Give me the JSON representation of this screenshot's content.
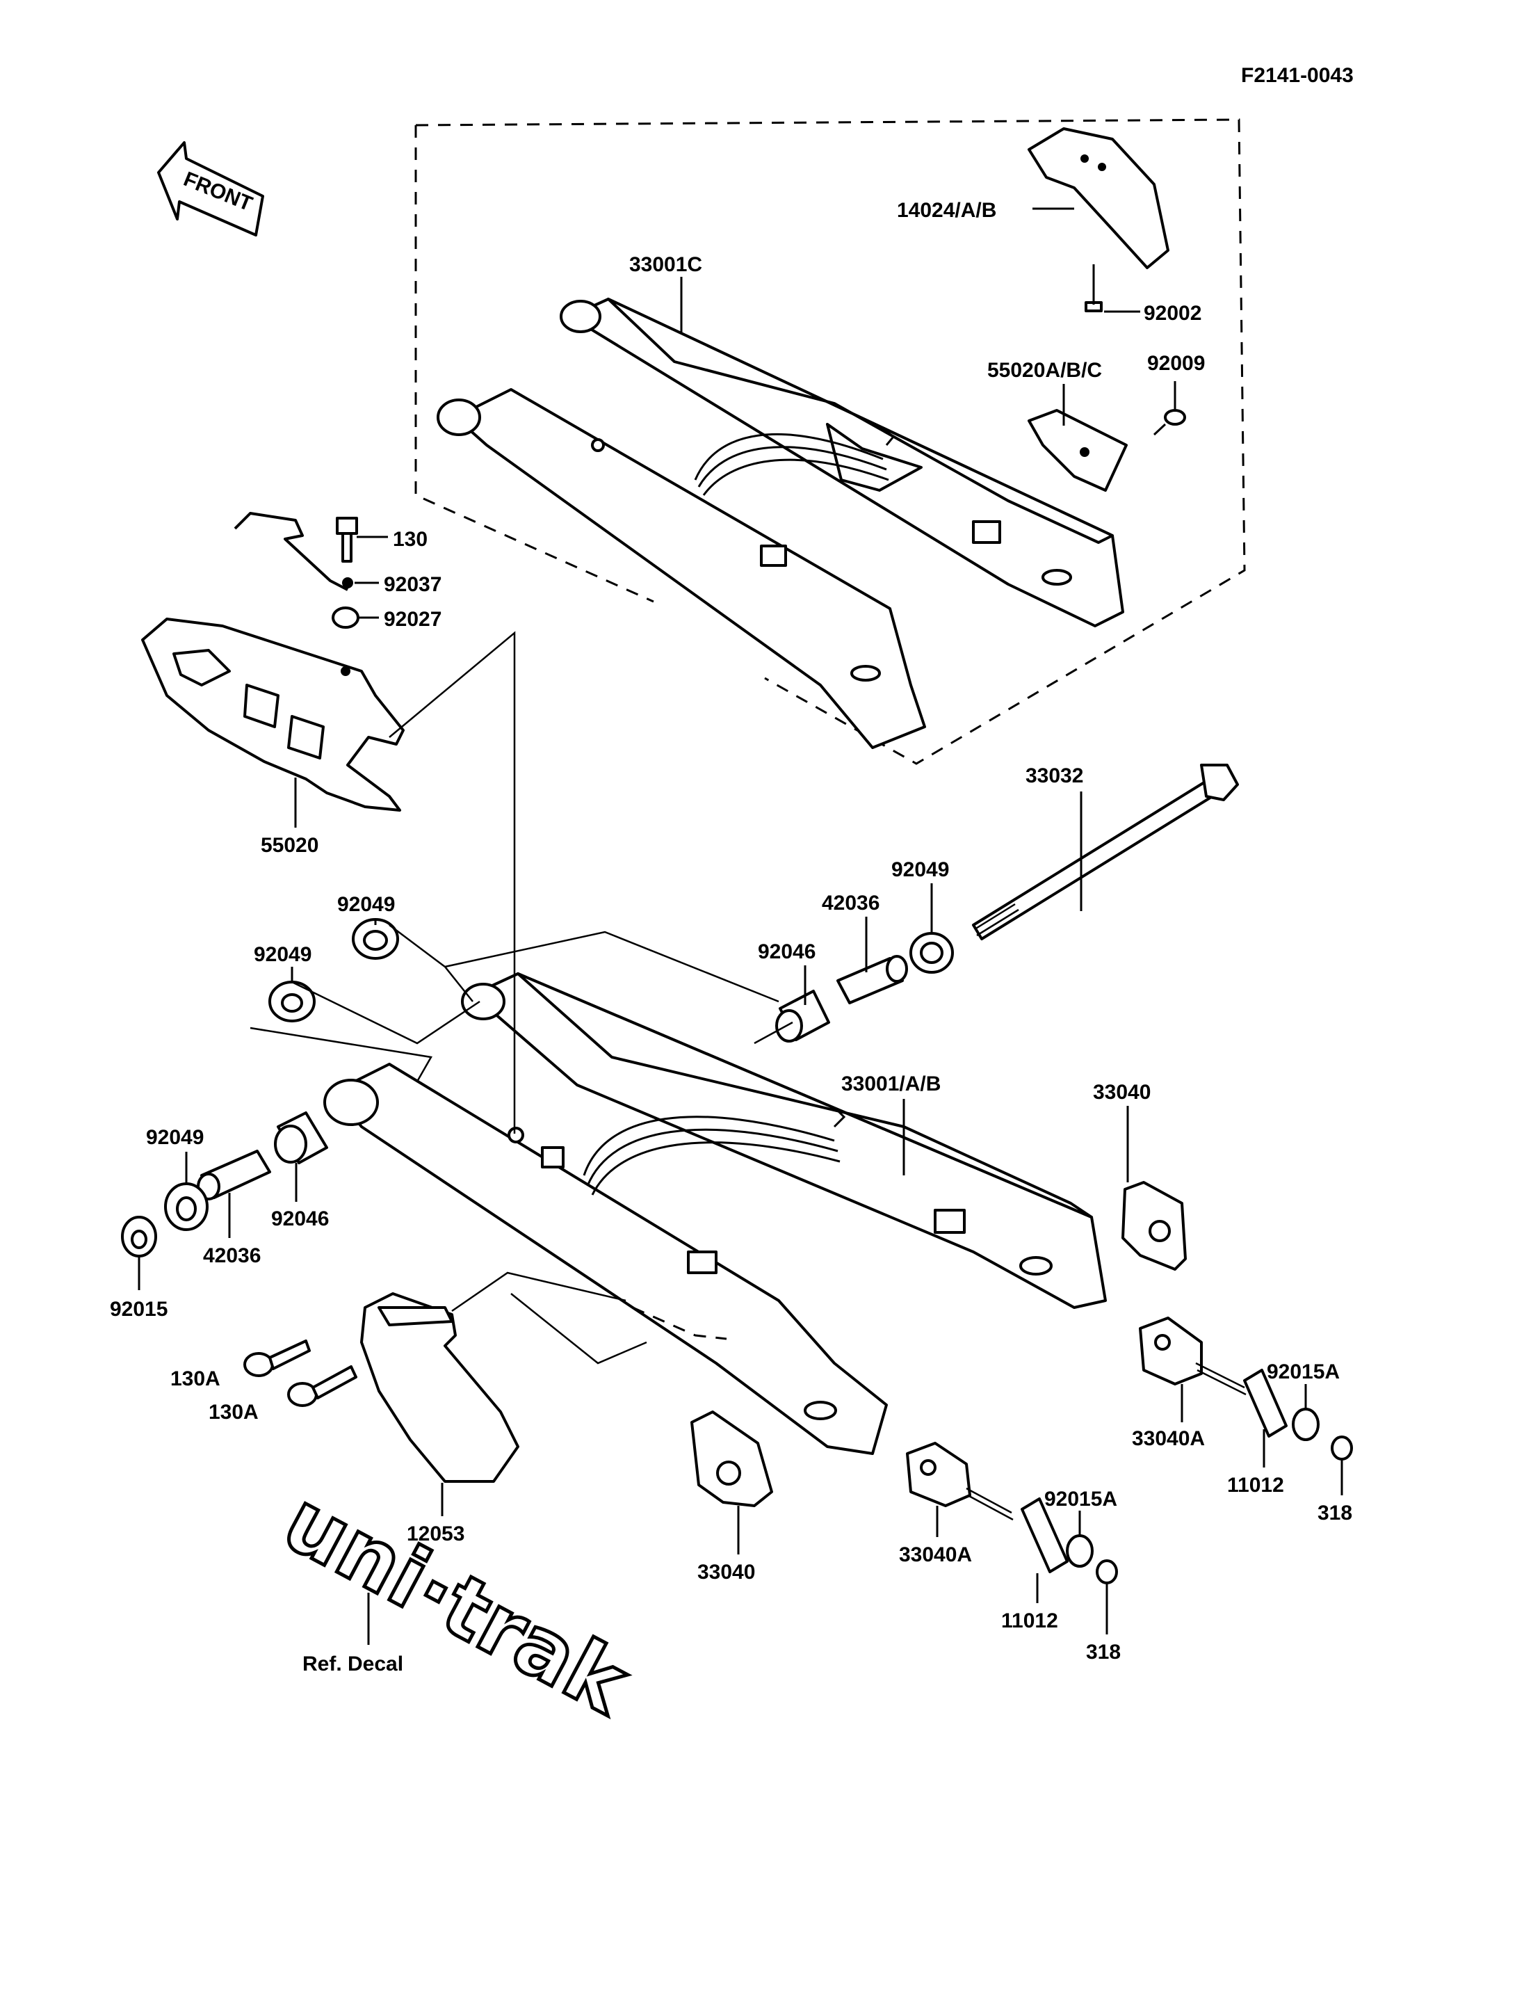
{
  "diagram_id": "F2141-0043",
  "front_label": "FRONT",
  "decal_text": "uni·trak",
  "callouts": {
    "p14024": "14024/A/B",
    "p33001c": "33001C",
    "p92002": "92002",
    "p55020abc": "55020A/B/C",
    "p92009": "92009",
    "p130": "130",
    "p92037": "92037",
    "p92027": "92027",
    "p55020": "55020",
    "p33032": "33032",
    "p92049_r": "92049",
    "p42036_r": "42036",
    "p92046_r": "92046",
    "p92049_a": "92049",
    "p92049_b": "92049",
    "p33001ab": "33001/A/B",
    "p33040_top": "33040",
    "p92049_c": "92049",
    "p42036_l": "42036",
    "p92046_l": "92046",
    "p92015": "92015",
    "p92015a_r": "92015A",
    "p130a_1": "130A",
    "p130a_2": "130A",
    "p33040a_r": "33040A",
    "p11012_r": "11012",
    "p318_r": "318",
    "p12053": "12053",
    "p33040_bot": "33040",
    "p33040a_m": "33040A",
    "p92015a_m": "92015A",
    "p11012_m": "11012",
    "p318_m": "318",
    "ref_decal": "Ref. Decal"
  }
}
